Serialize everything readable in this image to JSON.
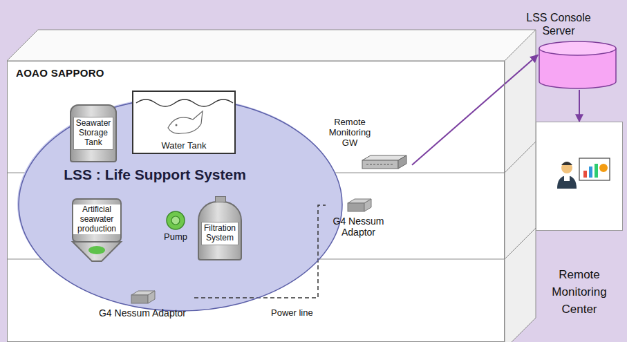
{
  "diagram": {
    "nodes": [
      {
        "text": [
          "AOAO SAPPORO"
        ]
      },
      {
        "text": [
          "LSS : Life Support System"
        ],
        "in": 0
      },
      {
        "text": [
          "Seawater Storage Tank"
        ],
        "in": 1
      },
      {
        "text": [
          "Water Tank"
        ],
        "in": 1
      },
      {
        "text": [
          "Artificial seawater production"
        ],
        "in": 1
      },
      {
        "text": [
          "Pump"
        ],
        "in": 1
      },
      {
        "text": [
          "Filtration System"
        ],
        "in": 1
      },
      {
        "text": [
          "Remote Monitoring GW"
        ],
        "in": 0
      },
      {
        "text": [
          "G4 Nessum Adaptor"
        ],
        "in": 0
      },
      {
        "text": [
          "G4 Nessum Adaptor"
        ],
        "in": 0
      },
      {
        "text": [
          "LSS Console Server"
        ]
      },
      {
        "text": [
          "Remote Monitoring Center"
        ]
      }
    ],
    "edges": [
      {
        "from": 7,
        "to": 10,
        "arrow": "to"
      },
      {
        "from": 10,
        "to": 11,
        "arrow": "to"
      },
      {
        "from": 9,
        "to": 8,
        "arrow": "none",
        "label": "Power line"
      }
    ]
  }
}
